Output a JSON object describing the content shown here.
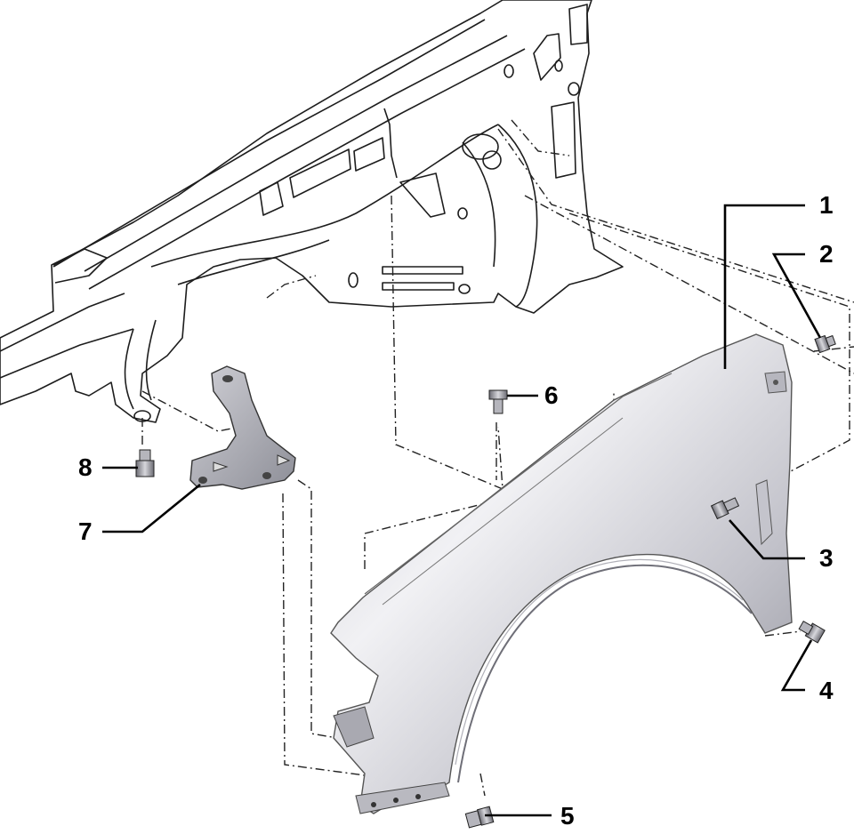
{
  "colors": {
    "body_green": "#8ef57f",
    "body_outline": "#1d1d1d",
    "fender_light": "#e9e9ee",
    "fender_dark": "#8e8f98",
    "bolt": "#9a9aa2"
  },
  "callouts": [
    {
      "id": "fender",
      "label": "1"
    },
    {
      "id": "bolt-top-rear",
      "label": "2"
    },
    {
      "id": "bolt-rear-mid",
      "label": "3"
    },
    {
      "id": "bolt-rear-lower",
      "label": "4"
    },
    {
      "id": "bolt-front-lower",
      "label": "5"
    },
    {
      "id": "bolt-top-middle",
      "label": "6"
    },
    {
      "id": "front-bracket",
      "label": "7"
    },
    {
      "id": "bracket-bolt",
      "label": "8"
    }
  ]
}
